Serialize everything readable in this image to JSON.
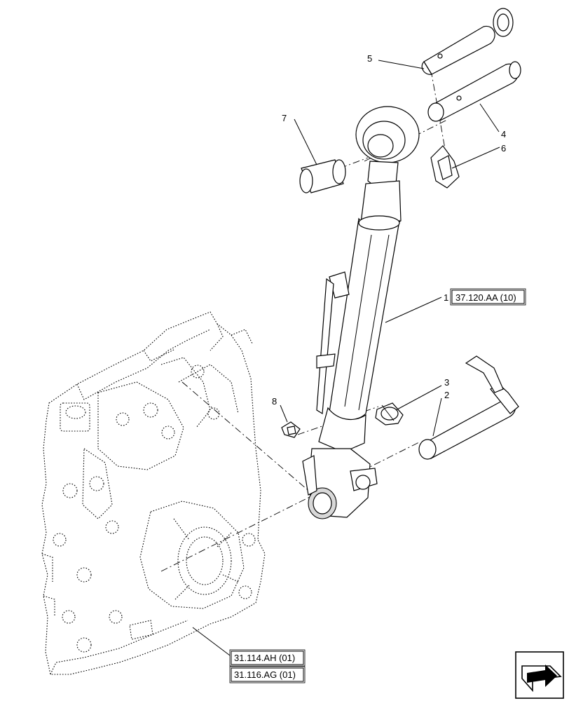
{
  "callouts": {
    "c1": "1",
    "c2": "2",
    "c3": "3",
    "c4": "4",
    "c5": "5",
    "c6": "6",
    "c7": "7",
    "c8": "8"
  },
  "references": {
    "top_link": "37.120.AA (10)",
    "housing_a": "31.114.AH (01)",
    "housing_b": "31.116.AG (01)"
  },
  "icons": {
    "nav": "arrow-icon"
  }
}
